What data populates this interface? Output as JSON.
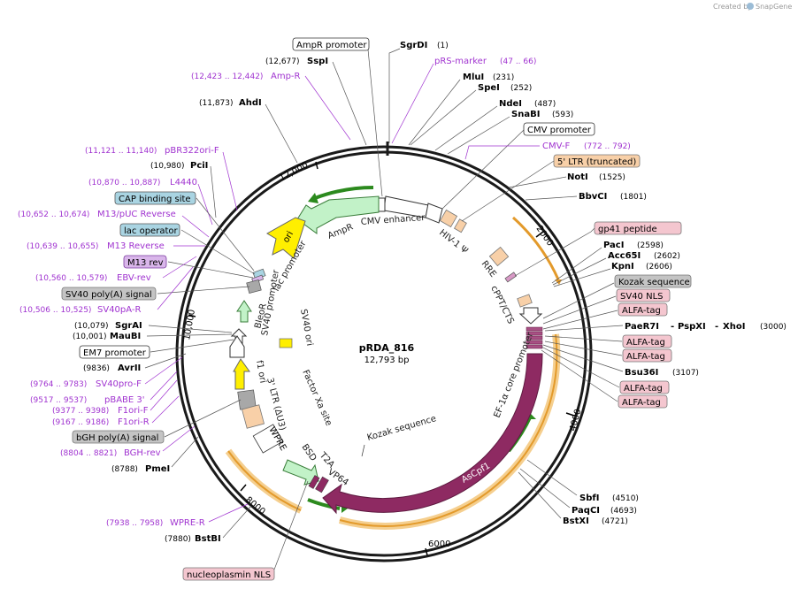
{
  "credit": "Created by",
  "brand": "SnapGene",
  "plasmid": {
    "name": "pRDA_816",
    "size": "12,793 bp"
  },
  "ticks": [
    "2000",
    "4000",
    "6000",
    "8000",
    "10,000",
    "12,000"
  ],
  "colors": {
    "backbone": "#1a1a1a",
    "purple_label": "#a033d0",
    "ascpf1": "#8e2a62",
    "orange": "#e39a2b",
    "green": "#9fe0a6",
    "ori": "#ffef00",
    "ltr": "#f8d0a8",
    "pink_box": "#f4c6cf",
    "gray_box": "#c4c4c4",
    "blue_box": "#a9d4e2"
  },
  "right_labels": [
    {
      "name": "SgrDI",
      "pos": "(1)"
    },
    {
      "name": "pRS-marker",
      "pos": "(47 .. 66)",
      "purple": true
    },
    {
      "name": "MluI",
      "pos": "(231)"
    },
    {
      "name": "SpeI",
      "pos": "(252)"
    },
    {
      "name": "NdeI",
      "pos": "(487)"
    },
    {
      "name": "SnaBI",
      "pos": "(593)"
    },
    {
      "name": "CMV promoter",
      "box": "white"
    },
    {
      "name": "CMV-F",
      "pos": "(772 .. 792)",
      "purple": true
    },
    {
      "name": "5' LTR (truncated)",
      "box": "ltr"
    },
    {
      "name": "NotI",
      "pos": "(1525)"
    },
    {
      "name": "BbvCI",
      "pos": "(1801)"
    },
    {
      "name": "gp41 peptide",
      "box": "pink"
    },
    {
      "name": "PacI",
      "pos": "(2598)"
    },
    {
      "name": "Acc65I",
      "pos": "(2602)"
    },
    {
      "name": "KpnI",
      "pos": "(2606)"
    },
    {
      "name": "Kozak sequence",
      "box": "gray"
    },
    {
      "name": "SV40 NLS",
      "box": "pink"
    },
    {
      "name": "ALFA-tag",
      "box": "pink"
    },
    {
      "name": "PaeR7I",
      "extra1": "PspXI",
      "extra2": "XhoI",
      "pos": "(3000)"
    },
    {
      "name": "ALFA-tag",
      "box": "pink"
    },
    {
      "name": "ALFA-tag",
      "box": "pink"
    },
    {
      "name": "Bsu36I",
      "pos": "(3107)"
    },
    {
      "name": "ALFA-tag",
      "box": "pink"
    },
    {
      "name": "ALFA-tag",
      "box": "pink"
    },
    {
      "name": "SbfI",
      "pos": "(4510)"
    },
    {
      "name": "PaqCI",
      "pos": "(4693)"
    },
    {
      "name": "BstXI",
      "pos": "(4721)"
    }
  ],
  "left_labels": [
    {
      "name": "AmpR promoter",
      "box": "white"
    },
    {
      "name": "SspI",
      "pos": "(12,677)"
    },
    {
      "name": "Amp-R",
      "pos": "(12,423 .. 12,442)",
      "purple": true
    },
    {
      "name": "AhdI",
      "pos": "(11,873)"
    },
    {
      "name": "pBR322ori-F",
      "pos": "(11,121 .. 11,140)",
      "purple": true
    },
    {
      "name": "PciI",
      "pos": "(10,980)"
    },
    {
      "name": "L4440",
      "pos": "(10,870 .. 10,887)",
      "purple": true
    },
    {
      "name": "CAP binding site",
      "box": "blue"
    },
    {
      "name": "M13/pUC Reverse",
      "pos": "(10,652 .. 10,674)",
      "purple": true
    },
    {
      "name": "lac operator",
      "box": "blue"
    },
    {
      "name": "M13 Reverse",
      "pos": "(10,639 .. 10,655)",
      "purple": true
    },
    {
      "name": "M13 rev",
      "box": "purple"
    },
    {
      "name": "EBV-rev",
      "pos": "(10,560 .. 10,579)",
      "purple": true
    },
    {
      "name": "SV40 poly(A) signal",
      "box": "gray"
    },
    {
      "name": "SV40pA-R",
      "pos": "(10,506 .. 10,525)",
      "purple": true
    },
    {
      "name": "SgrAI",
      "pos": "(10,079)"
    },
    {
      "name": "MauBI",
      "pos": "(10,001)"
    },
    {
      "name": "EM7 promoter",
      "box": "white"
    },
    {
      "name": "AvrII",
      "pos": "(9836)"
    },
    {
      "name": "SV40pro-F",
      "pos": "(9764 .. 9783)",
      "purple": true
    },
    {
      "name": "pBABE 3'",
      "pos": "(9517 .. 9537)",
      "purple": true
    },
    {
      "name": "F1ori-F",
      "pos": "(9377 .. 9398)",
      "purple": true
    },
    {
      "name": "F1ori-R",
      "pos": "(9167 .. 9186)",
      "purple": true
    },
    {
      "name": "bGH poly(A) signal",
      "box": "gray"
    },
    {
      "name": "BGH-rev",
      "pos": "(8804 .. 8821)",
      "purple": true
    },
    {
      "name": "PmeI",
      "pos": "(8788)"
    },
    {
      "name": "WPRE-R",
      "pos": "(7938 .. 7958)",
      "purple": true
    },
    {
      "name": "BstBI",
      "pos": "(7880)"
    },
    {
      "name": "nucleoplasmin NLS",
      "box": "pink"
    }
  ],
  "features": {
    "cmv_enhancer": "CMV enhancer",
    "hiv": "HIV-1 Ψ",
    "rre": "RRE",
    "cppt": "cPPT/CTS",
    "ef1a": "EF-1α core promoter",
    "ascpf1": "AsCpf1",
    "kozak": "Kozak sequence",
    "vp64": "VP64",
    "t2a": "T2A",
    "bsd": "BSD",
    "wpre": "WPRE",
    "ltr3": "3' LTR (ΔU3)",
    "factor_xa": "Factor Xa site",
    "f1ori": "f1 ori",
    "sv40ori": "SV40 ori",
    "sv40prom": "SV40 promoter",
    "bleor": "BleoR",
    "lacprom": "lac promoter",
    "ori": "ori",
    "ampr": "AmpR"
  }
}
